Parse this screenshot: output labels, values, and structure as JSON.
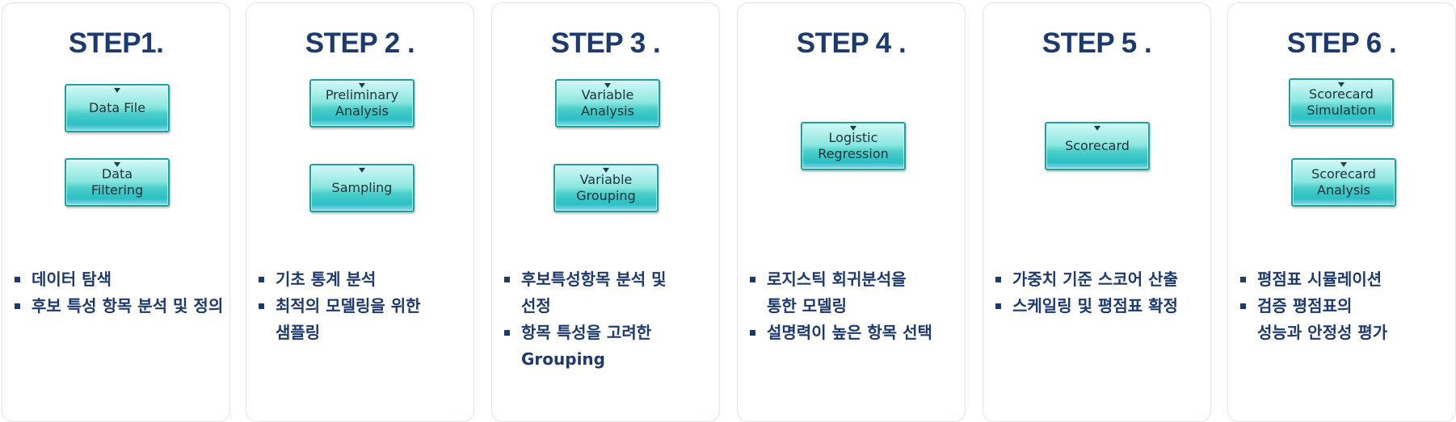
{
  "steps": [
    {
      "title": "STEP1.",
      "nodes": [
        "Data File",
        "Data\nFiltering"
      ],
      "bullets": [
        "데이터 탐색",
        "후보 특성 항목 분석 및 정의"
      ]
    },
    {
      "title": "STEP 2 .",
      "nodes": [
        "Preliminary\nAnalysis",
        "Sampling"
      ],
      "bullets": [
        "기초 통계 분석",
        "최적의 모델링을 위한\n샘플링"
      ]
    },
    {
      "title": "STEP 3 .",
      "nodes": [
        "Variable\nAnalysis",
        "Variable\nGrouping"
      ],
      "bullets": [
        "후보특성항목 분석 및\n선정",
        "항목 특성을 고려한\nGrouping"
      ]
    },
    {
      "title": "STEP 4 .",
      "nodes": [
        "Logistic\nRegression"
      ],
      "bullets": [
        "로지스틱 회귀분석을\n통한 모델링",
        "설명력이 높은 항목 선택"
      ]
    },
    {
      "title": "STEP 5 .",
      "nodes": [
        "Scorecard"
      ],
      "bullets": [
        "가중치 기준 스코어 산출",
        "스케일링 및 평점표 확정"
      ]
    },
    {
      "title": "STEP 6 .",
      "nodes": [
        "Scorecard\nSimulation",
        "Scorecard\nAnalysis"
      ],
      "bullets": [
        "평점표 시뮬레이션",
        "검증 평점표의\n성능과 안정성 평가"
      ]
    }
  ]
}
